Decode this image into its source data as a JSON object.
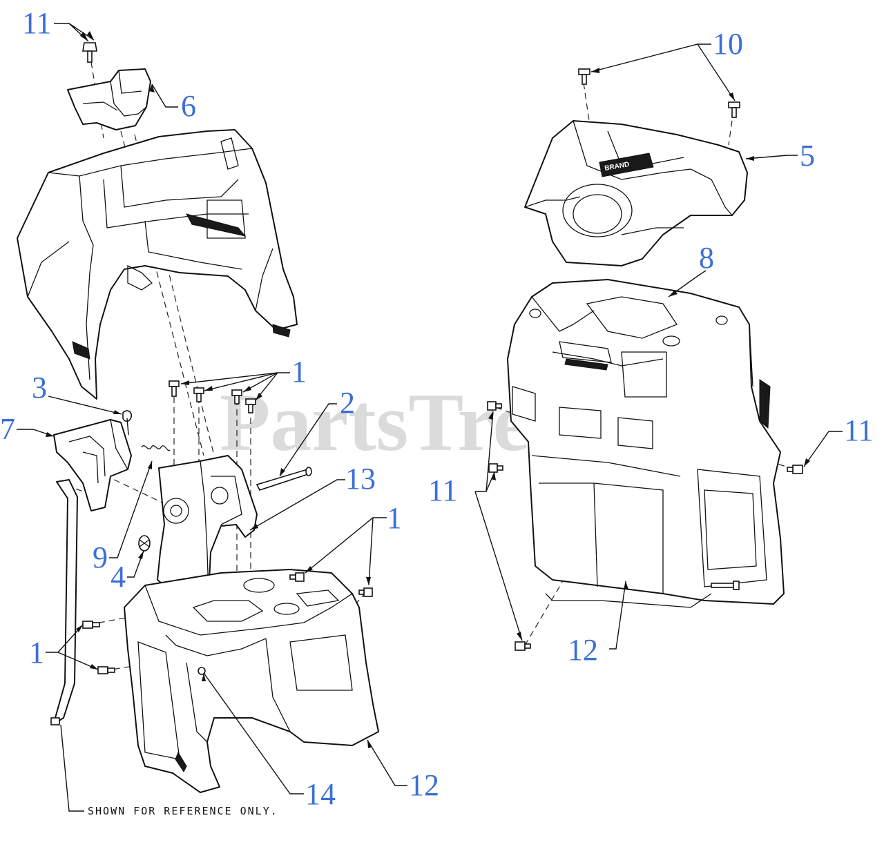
{
  "callouts": [
    {
      "id": "c-11-top",
      "label": "11"
    },
    {
      "id": "c-6",
      "label": "6"
    },
    {
      "id": "c-3",
      "label": "3"
    },
    {
      "id": "c-7",
      "label": "7"
    },
    {
      "id": "c-1-top",
      "label": "1"
    },
    {
      "id": "c-2",
      "label": "2"
    },
    {
      "id": "c-13",
      "label": "13"
    },
    {
      "id": "c-9",
      "label": "9"
    },
    {
      "id": "c-4",
      "label": "4"
    },
    {
      "id": "c-1-mid",
      "label": "1"
    },
    {
      "id": "c-1-left",
      "label": "1"
    },
    {
      "id": "c-14",
      "label": "14"
    },
    {
      "id": "c-12-left",
      "label": "12"
    },
    {
      "id": "c-10",
      "label": "10"
    },
    {
      "id": "c-5",
      "label": "5"
    },
    {
      "id": "c-8",
      "label": "8"
    },
    {
      "id": "c-11-right",
      "label": "11"
    },
    {
      "id": "c-11-mid",
      "label": "11"
    },
    {
      "id": "c-12-right",
      "label": "12"
    }
  ],
  "note": "SHOWN FOR REFERENCE ONLY.",
  "watermark": "PartsTree",
  "colors": {
    "callout": "#3a6fd8",
    "line": "#111111",
    "watermark": "#bfbfbf"
  }
}
